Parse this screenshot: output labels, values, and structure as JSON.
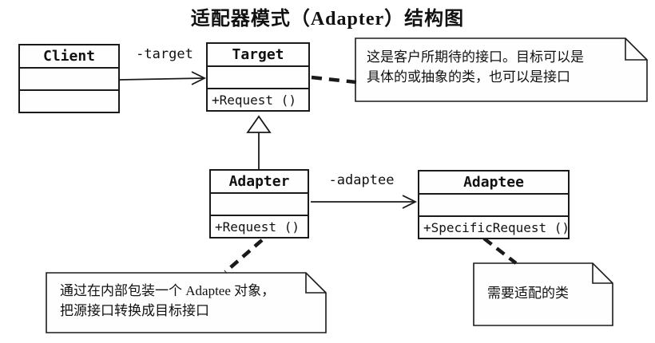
{
  "title": "适配器模式（Adapter）结构图",
  "classes": {
    "client": {
      "name": "Client",
      "attributes": "",
      "methods": ""
    },
    "target": {
      "name": "Target",
      "attributes": "",
      "methods": "+Request ()"
    },
    "adapter": {
      "name": "Adapter",
      "attributes": "",
      "methods": "+Request ()"
    },
    "adaptee": {
      "name": "Adaptee",
      "attributes": "",
      "methods": "+SpecificRequest ()"
    }
  },
  "relations": {
    "client_target": {
      "label": "-target"
    },
    "adapter_adaptee": {
      "label": "-adaptee"
    }
  },
  "notes": {
    "target_note": {
      "lines": [
        "这是客户所期待的接口。目标可以是",
        "具体的或抽象的类，也可以是接口"
      ]
    },
    "adapter_note": {
      "lines": [
        "通过在内部包装一个 Adaptee 对象，",
        "把源接口转换成目标接口"
      ]
    },
    "adaptee_note": {
      "lines": [
        "需要适配的类"
      ]
    }
  },
  "colors": {
    "line": "#1a1a1a",
    "background": "#ffffff",
    "box_fill": "#fefefe"
  }
}
